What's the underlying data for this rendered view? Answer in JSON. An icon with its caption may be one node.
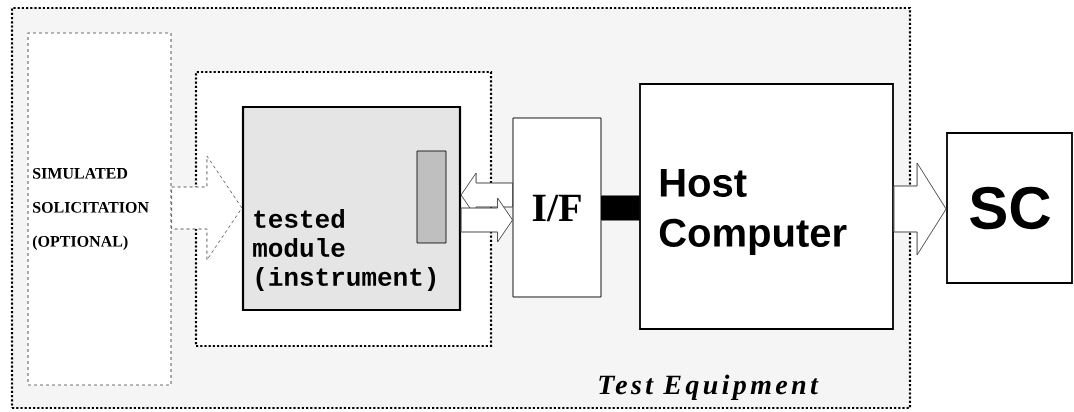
{
  "diagram": {
    "nodes": [
      {
        "text": [
          "Test Equipment"
        ]
      },
      {
        "text": [
          "SIMULATED SOLICITATION (OPTIONAL)"
        ],
        "in": 0
      },
      {
        "text": [],
        "shape": "box",
        "in": 0
      },
      {
        "text": [
          "tested module (instrument)"
        ],
        "in": 2
      },
      {
        "text": [],
        "shape": "bar",
        "in": 3
      },
      {
        "text": [
          "I/F"
        ],
        "in": 0
      },
      {
        "text": [
          "Host Computer"
        ],
        "in": 0
      },
      {
        "text": [
          "SC"
        ]
      }
    ],
    "edges": [
      {
        "from": 1,
        "to": 3,
        "arrow": "to",
        "style": "dashed"
      },
      {
        "from": 5,
        "to": 3,
        "arrow": "to"
      },
      {
        "from": 3,
        "to": 5,
        "arrow": "to"
      },
      {
        "from": 5,
        "to": 6,
        "arrow": "none",
        "style": "thick"
      },
      {
        "from": 6,
        "to": 7,
        "arrow": "to"
      }
    ]
  }
}
